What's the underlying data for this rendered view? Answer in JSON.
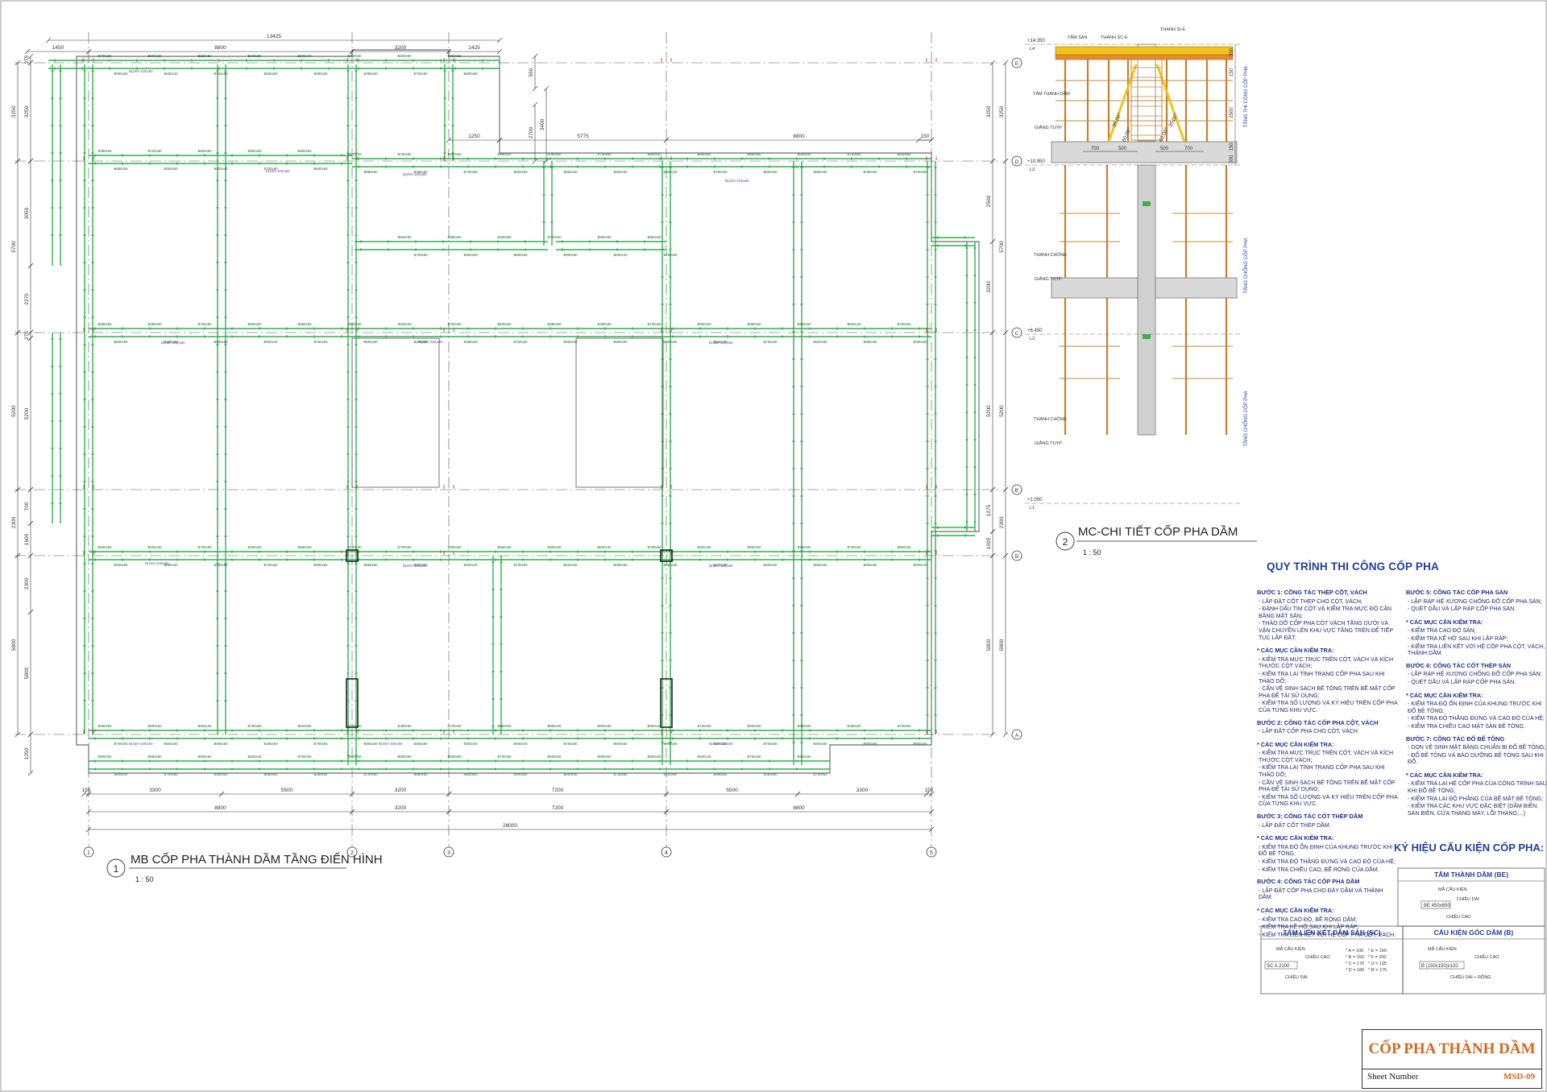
{
  "plan": {
    "title": "MB CỐP PHA THÀNH DẦM TẦNG ĐIỂN HÌNH",
    "scale": "1 : 50",
    "number": "1",
    "top_dims": {
      "total": "13425",
      "segments": [
        "1450",
        "8800",
        "3200",
        "1425"
      ]
    },
    "inner_dims": [
      "1250",
      "5775",
      "8800",
      "150"
    ],
    "bottom_dims_1": [
      "150",
      "3300",
      "5500",
      "3200",
      "7200",
      "5500",
      "3300",
      "150"
    ],
    "bottom_dims_2": [
      "8800",
      "3200",
      "7200",
      "8800"
    ],
    "bottom_total": "28000",
    "left_dims": [
      "275",
      "3250",
      "3050",
      "2375",
      "275",
      "5200",
      "700",
      "1600",
      "2300",
      "5800",
      "1250"
    ],
    "left_dims_outer": [
      "3250",
      "5700",
      "5200",
      "2300",
      "5800"
    ],
    "right_dims": [
      "3250",
      "2500",
      "3200",
      "5200",
      "1275",
      "1025",
      "5800"
    ],
    "right_dims_outer": [
      "3250",
      "5700",
      "5200",
      "2300",
      "5800"
    ],
    "vertical_note": [
      "550",
      "3400",
      "2700"
    ],
    "grid_x": [
      "1",
      "2",
      "3",
      "4",
      "5"
    ],
    "grid_y": [
      "E",
      "D",
      "C",
      "B'",
      "B",
      "A"
    ],
    "panel_labels": [
      "B700x50",
      "B800x50",
      "B850x50",
      "B900x50",
      "B600x40",
      "B750x50",
      "B500x50",
      "B880x50",
      "B380x50"
    ],
    "corner_labels": [
      "B(150+120)x50",
      "B(150+100)x50",
      "B(200+150)x50"
    ]
  },
  "section": {
    "title": "MC-CHI TIẾT CỐP PHA DẦM",
    "scale": "1 : 50",
    "number": "2",
    "levels": [
      "+14.350",
      "+10.950",
      "+6.450",
      "+1.050"
    ],
    "level_tags": [
      "L4",
      "L3",
      "L2",
      "L1"
    ],
    "labels": {
      "tam_san": "TẤM SÀN",
      "thanh_sc": "THANH SC-E",
      "thanh_si": "THANH SI-E",
      "tam_thanh_dam": "TẤM THÀNH DẦM",
      "giang_tuyp": "GIẰNG TUÝP",
      "thanh_chong": "THANH CHỐNG"
    },
    "right_texts": [
      "TẦNG THI CÔNG CỐP PHA",
      "TẦNG CHỐNG CỐP PHA",
      "TẦNG CHỐNG CỐP PHA"
    ],
    "dims": [
      "700",
      "500",
      "500",
      "700"
    ],
    "vdims": [
      "350",
      "150",
      "2500",
      "150",
      "500"
    ],
    "angles": [
      "35.00°",
      "60.00°",
      "35.00°",
      "60.00°"
    ]
  },
  "procedure": {
    "title": "QUY TRÌNH THI CÔNG CỐP PHA",
    "left": [
      {
        "t": "BƯỚC 1: CÔNG TÁC THÉP CỘT, VÁCH",
        "k": "st"
      },
      {
        "t": "- LẮP ĐẶT CỐT THÉP CHO CỘT, VÁCH;",
        "k": "ln"
      },
      {
        "t": "- ĐÁNH DẤU TIM CỘT VÀ KIỂM TRA MỰC ĐỘ CÂN BẰNG MẶT SÀN;",
        "k": "ln"
      },
      {
        "t": "- THÁO DỠ CỐP PHA CỘT VÁCH TẦNG DƯỚI VÀ VẬN CHUYỂN LÊN KHU VỰC TẦNG TRÊN ĐỂ TIẾP TỤC LẮP ĐẶT.",
        "k": "ln"
      },
      {
        "t": "* CÁC MỤC CẦN KIỂM TRA:",
        "k": "ck"
      },
      {
        "t": "- KIỂM TRA MỰC TRỤC TRÊN CỘT, VÁCH VÀ KÍCH THƯỚC CỘT VÁCH;",
        "k": "ln"
      },
      {
        "t": "- KIỂM TRA LẠI TÌNH TRẠNG CỐP PHA SAU KHI THÁO DỠ;",
        "k": "ln"
      },
      {
        "t": "- CẦN VỆ SINH SẠCH BÊ TÔNG TRÊN BỀ MẶT CỐP PHA ĐỂ TÁI SỬ DỤNG;",
        "k": "ln"
      },
      {
        "t": "- KIỂM TRA SỐ LƯỢNG VÀ KÝ HIỆU TRÊN CỐP PHA CỦA TỪNG KHU VỰC.",
        "k": "ln"
      },
      {
        "t": "BƯỚC 2: CÔNG TÁC CỐP PHA CỘT, VÁCH",
        "k": "st"
      },
      {
        "t": "- LẮP ĐẶT CỐP PHA CHO CỘT, VÁCH.",
        "k": "ln"
      },
      {
        "t": "* CÁC MỤC CẦN KIỂM TRA:",
        "k": "ck"
      },
      {
        "t": "- KIỂM TRA MỰC TRỤC TRÊN CỘT, VÁCH VÀ KÍCH THƯỚC CỘT VÁCH;",
        "k": "ln"
      },
      {
        "t": "- KIỂM TRA LẠI TÌNH TRẠNG CỐP PHA SAU KHI THÁO DỠ;",
        "k": "ln"
      },
      {
        "t": "- CẦN VỆ SINH SẠCH BÊ TÔNG TRÊN BỀ MẶT CỐP PHA ĐỂ TÁI SỬ DỤNG;",
        "k": "ln"
      },
      {
        "t": "- KIỂM TRA SỐ LƯỢNG VÀ KÝ HIỆU TRÊN CỐP PHA CỦA TỪNG KHU VỰC.",
        "k": "ln"
      },
      {
        "t": "BƯỚC 3: CÔNG TÁC CỐT THÉP DẦM",
        "k": "st"
      },
      {
        "t": "- LẮP ĐẶT CỐT THÉP DẦM.",
        "k": "ln"
      },
      {
        "t": "* CÁC MỤC CẦN KIỂM TRA:",
        "k": "ck"
      },
      {
        "t": "- KIỂM TRA ĐỘ ỔN ĐỊNH CỦA KHUNG TRƯỚC KHI ĐỔ BÊ TÔNG;",
        "k": "ln"
      },
      {
        "t": "- KIỂM TRA ĐỘ THẲNG ĐỨNG VÀ CAO ĐỘ CỦA HỆ;",
        "k": "ln"
      },
      {
        "t": "- KIỂM TRA CHIỀU CAO, BỀ RỘNG CỦA DẦM.",
        "k": "ln"
      },
      {
        "t": "BƯỚC 4: CÔNG TÁC CỐP PHA DẦM",
        "k": "st"
      },
      {
        "t": "- LẮP ĐẶT CỐP PHA CHO ĐÁY DẦM VÀ THÀNH DẦM.",
        "k": "ln"
      },
      {
        "t": "* CÁC MỤC CẦN KIỂM TRA:",
        "k": "ck"
      },
      {
        "t": "- KIỂM TRA CAO ĐỘ, BỀ RỘNG DẦM;",
        "k": "ln"
      },
      {
        "t": "- KIỂM TRA KẼ HỞ SAU KHI LẮP RÁP;",
        "k": "ln"
      },
      {
        "t": "- KIỂM TRA LIÊN KẾT VỚI HỆ CỐP PHA CỘT, VÁCH.",
        "k": "ln"
      }
    ],
    "right": [
      {
        "t": "BƯỚC 5: CÔNG TÁC CỐP PHA SÀN",
        "k": "st"
      },
      {
        "t": "- LẮP RÁP HỆ XƯƠNG CHỐNG ĐỠ CỐP PHA SÀN;",
        "k": "ln"
      },
      {
        "t": "- QUÉT DẦU VÀ LẮP RÁP CỐP PHA SÀN.",
        "k": "ln"
      },
      {
        "t": "* CÁC MỤC CẦN KIỂM TRA:",
        "k": "ck"
      },
      {
        "t": "- KIỂM TRA CAO ĐỘ SÀN;",
        "k": "ln"
      },
      {
        "t": "- KIỂM TRA KẼ HỞ SAU KHI LẮP RÁP;",
        "k": "ln"
      },
      {
        "t": "- KIỂM TRA LIÊN KẾT VỚI HỆ CỐP PHA CỘT, VÁCH, THÀNH DẦM.",
        "k": "ln"
      },
      {
        "t": "BƯỚC 6: CÔNG TÁC CỐT THÉP SÀN",
        "k": "st"
      },
      {
        "t": "- LẮP RÁP HỆ XƯƠNG CHỐNG ĐỠ CỐP PHA SÀN;",
        "k": "ln"
      },
      {
        "t": "- QUÉT DẦU VÀ LẮP RÁP CỐP PHA SÀN.",
        "k": "ln"
      },
      {
        "t": "* CÁC MỤC CẦN KIỂM TRA:",
        "k": "ck"
      },
      {
        "t": "- KIỂM TRA ĐỘ ỔN ĐỊNH CỦA KHUNG TRƯỚC KHI ĐỔ BÊ TÔNG;",
        "k": "ln"
      },
      {
        "t": "- KIỂM TRA ĐỘ THẲNG ĐỨNG VÀ CAO ĐỘ CỦA HỆ;",
        "k": "ln"
      },
      {
        "t": "- KIỂM TRA CHIỀU CAO MẶT SÀN BÊ TÔNG.",
        "k": "ln"
      },
      {
        "t": "BƯỚC 7: CÔNG TÁC ĐỔ BÊ TÔNG",
        "k": "st"
      },
      {
        "t": "- DỌN VỆ SINH MẶT BẰNG CHUẨN BỊ ĐỔ BÊ TÔNG;",
        "k": "ln"
      },
      {
        "t": "- ĐỔ BÊ TÔNG VÀ BẢO DƯỠNG BÊ TÔNG SAU KHI ĐỔ.",
        "k": "ln"
      },
      {
        "t": "* CÁC MỤC CẦN KIỂM TRA:",
        "k": "ck"
      },
      {
        "t": "- KIỂM TRA LẠI HỆ CỐP PHA CỦA CÔNG TRÌNH SAU KHI ĐỔ BÊ TÔNG;",
        "k": "ln"
      },
      {
        "t": "- KIỂM TRA LẠI ĐỘ PHẲNG CỦA BỀ MẶT BÊ TÔNG;",
        "k": "ln"
      },
      {
        "t": "- KIỂM TRA CÁC KHU VỰC ĐẶC BIỆT (DẦM BIÊN, SÀN BIÊN, CỬA THANG MÁY, LỖI THANG,...)",
        "k": "ln"
      }
    ]
  },
  "legend": {
    "title": "KÝ HIỆU CẤU KIỆN CỐP PHA:",
    "be": {
      "title": "TẤM THÀNH DẦM (BE)",
      "code": "BE 450x650",
      "ma": "MÃ CẤU KIỆN",
      "dai": "CHIỀU DÀI",
      "cao": "CHIỀU CAO"
    },
    "sc": {
      "title": "TẤM LIÊN KẾT DẦM SÀN (SC)",
      "code": "SC A 2100",
      "ma": "MÃ CẤU KIỆN",
      "cao": "CHIỀU CAO",
      "dai": "CHIỀU DÀI",
      "opts": [
        "* A = 100",
        "* B = 150",
        "* C = 170",
        "* D = 180",
        "* E = 190",
        "* F = 200",
        "* U = 125",
        "* R = 175"
      ]
    },
    "b": {
      "title": "CẤU KIỆN GÓC DẦM (B)",
      "code": "B (150x150)x120",
      "ma": "MÃ CẤU KIỆN",
      "cao": "CHIỀU CAO",
      "dai": "CHIỀU DÀI + RỘNG"
    }
  },
  "title_block": {
    "name": "CỐP PHA THÀNH DẦM",
    "label": "Sheet Number",
    "number": "MSD-09"
  },
  "colors": {
    "panel": "#2bb24c",
    "grid": "#555555",
    "dim": "#333333",
    "text_blue": "#1f3f9e",
    "label_purple": "#6a3ab0",
    "label_red": "#d93a2b",
    "wood": "#c87f2a",
    "yellow": "#f2c31b"
  }
}
